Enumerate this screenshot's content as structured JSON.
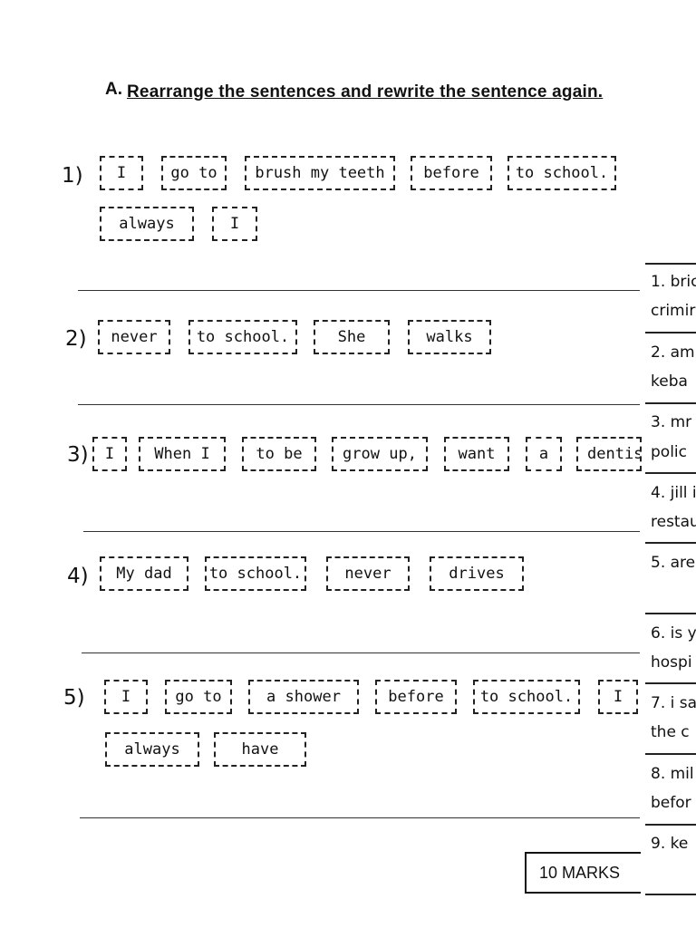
{
  "heading": {
    "label": "A.",
    "text": "Rearrange the sentences and rewrite the sentence again."
  },
  "questions": [
    {
      "number": "1)",
      "words": [
        "I",
        "go to",
        "brush my teeth",
        "before",
        "to school.",
        "always",
        "I"
      ]
    },
    {
      "number": "2)",
      "words": [
        "never",
        "to school.",
        "She",
        "walks"
      ]
    },
    {
      "number": "3)",
      "words": [
        "I",
        "When I",
        "to be",
        "grow up,",
        "want",
        "a",
        "dentis"
      ]
    },
    {
      "number": "4)",
      "words": [
        "My dad",
        "to school.",
        "never",
        "drives"
      ]
    },
    {
      "number": "5)",
      "words": [
        "I",
        "go to",
        "a shower",
        "before",
        "to school.",
        "I",
        "always",
        "have"
      ]
    }
  ],
  "side_column": [
    "1. bric",
    "crimir",
    "2. am",
    "keba",
    "3. mr",
    "polic",
    "4. jill i",
    "restau",
    "5. are",
    "6. is y",
    "hospi",
    "7. i sa",
    "the c",
    "8. mil",
    "befor",
    "9. ke"
  ],
  "marks": "10 MARKS"
}
